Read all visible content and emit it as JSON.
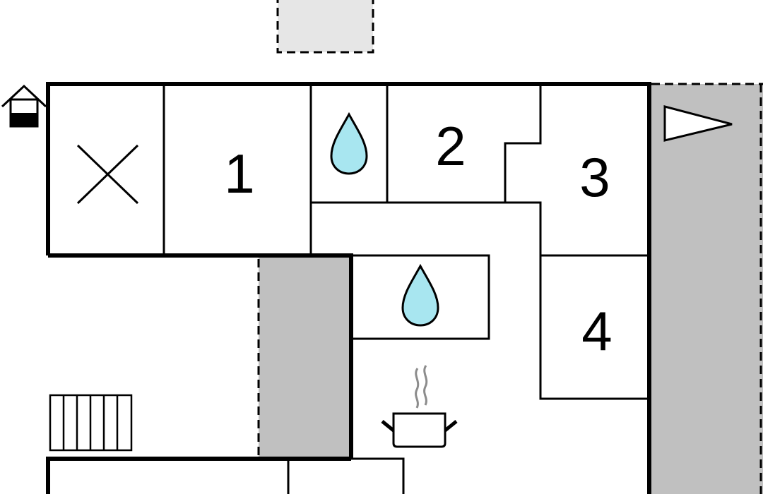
{
  "floorplan": {
    "rooms": [
      {
        "id": "room-1",
        "label": "1"
      },
      {
        "id": "room-2",
        "label": "2"
      },
      {
        "id": "room-3",
        "label": "3"
      },
      {
        "id": "room-4",
        "label": "4"
      }
    ],
    "icons": [
      {
        "name": "house-icon",
        "meaning": "entrance"
      },
      {
        "name": "x-mark-icon",
        "meaning": "utility"
      },
      {
        "name": "water-drop-icon",
        "meaning": "bathroom"
      },
      {
        "name": "cooking-pot-icon",
        "meaning": "kitchen"
      },
      {
        "name": "radiator-icon",
        "meaning": "heating"
      },
      {
        "name": "flag-icon",
        "meaning": "direction"
      }
    ],
    "colors": {
      "wall": "#000000",
      "terrace": "#c0c0c0",
      "outdoor_area": "#e6e6e6",
      "water": "#a8e6f0"
    }
  }
}
